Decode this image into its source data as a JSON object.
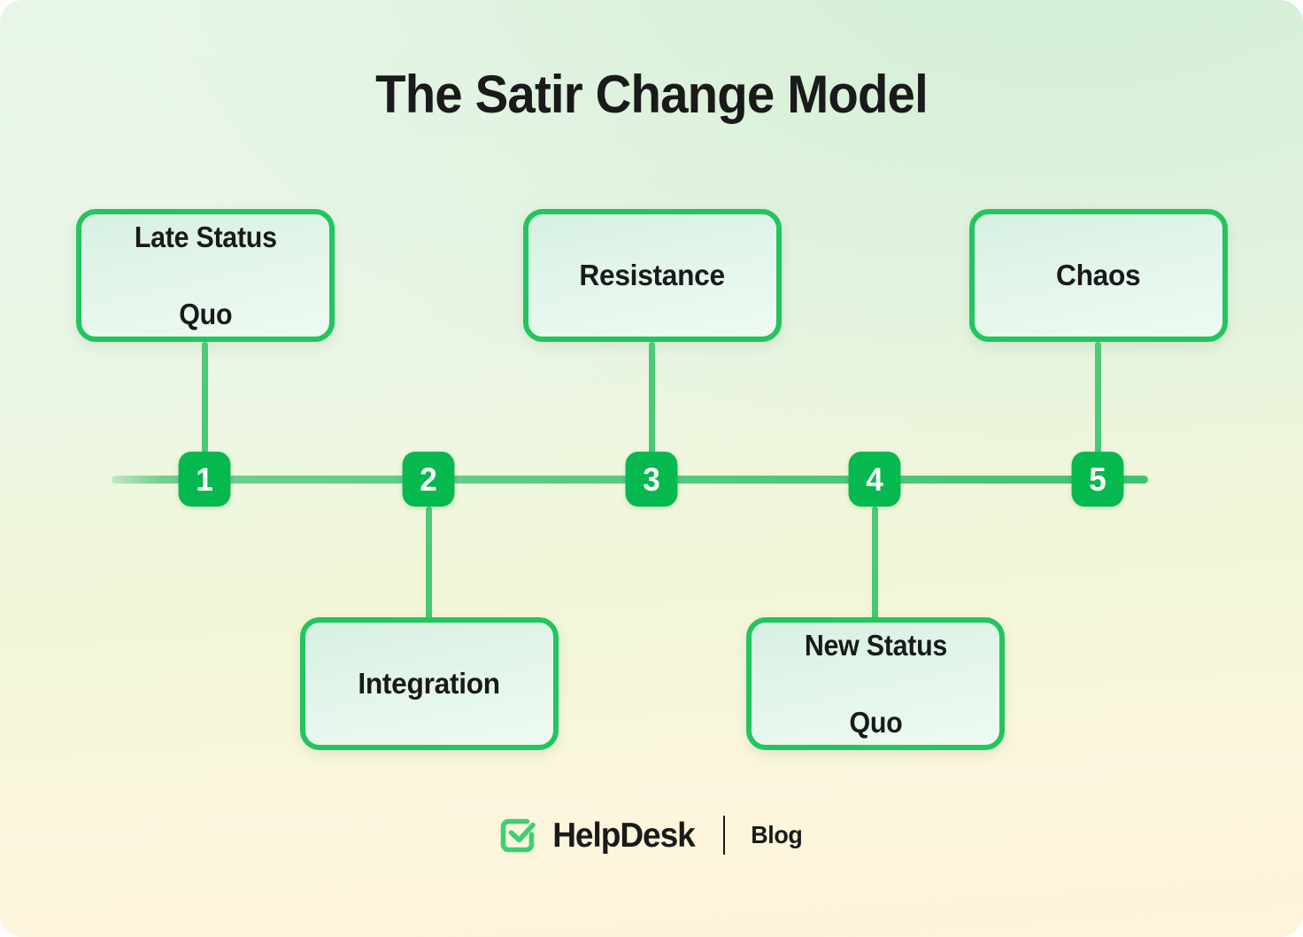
{
  "title": "The Satir Change Model",
  "theme": {
    "accent_green": "#05b94e",
    "border_green": "#22c55e",
    "line_green": "#6ecf8e",
    "connector_green": "#4ecb77",
    "text_dark": "#1a1a1a",
    "box_fill_top": "#d6f0e0",
    "box_fill_bottom": "#eefaf2",
    "bg_top": "#e6f4e7",
    "bg_bottom": "#fdf4d9"
  },
  "timeline": {
    "markers": [
      {
        "number": "1",
        "label": "Late Status Quo",
        "lines": [
          "Late Status",
          "Quo"
        ],
        "position": "above"
      },
      {
        "number": "2",
        "label": "Integration",
        "lines": [
          "Integration"
        ],
        "position": "below"
      },
      {
        "number": "3",
        "label": "Resistance",
        "lines": [
          "Resistance"
        ],
        "position": "above"
      },
      {
        "number": "4",
        "label": "New Status Quo",
        "lines": [
          "New Status",
          "Quo"
        ],
        "position": "below"
      },
      {
        "number": "5",
        "label": "Chaos",
        "lines": [
          "Chaos"
        ],
        "position": "above"
      }
    ]
  },
  "footer": {
    "logo_icon": "check-square-icon",
    "brand": "HelpDesk",
    "section": "Blog",
    "divider": "|"
  }
}
